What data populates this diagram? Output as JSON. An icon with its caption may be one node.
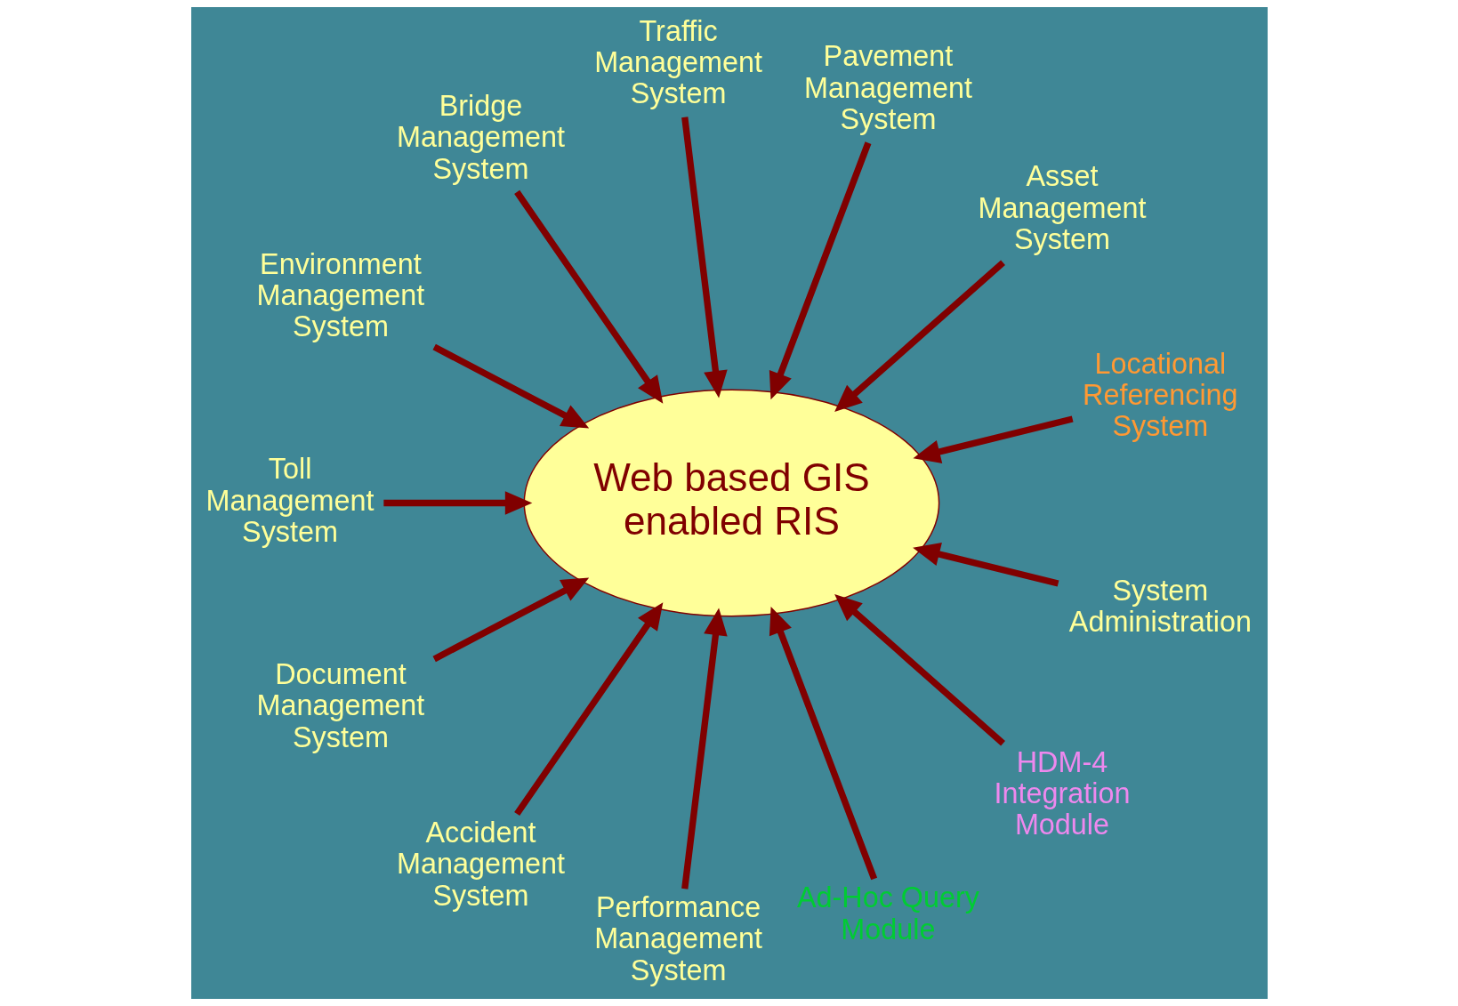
{
  "diagram": {
    "nodes": [
      {
        "text": [
          "Web based GIS enabled RIS"
        ]
      },
      {
        "text": [
          "System Administration"
        ]
      },
      {
        "text": [
          "Locational Referencing System"
        ]
      },
      {
        "text": [
          "Asset Management System"
        ]
      },
      {
        "text": [
          "HDM-4 Integration Module"
        ]
      },
      {
        "text": [
          "Pavement Management System"
        ]
      },
      {
        "text": [
          "Ad-Hoc Query Module"
        ]
      },
      {
        "text": [
          "Performance Management System"
        ]
      },
      {
        "text": [
          "Traffic Management System"
        ]
      },
      {
        "text": [
          "Accident Management System"
        ]
      },
      {
        "text": [
          "Bridge Management System"
        ]
      },
      {
        "text": [
          "Document Management System"
        ]
      },
      {
        "text": [
          "Environment Management System"
        ]
      },
      {
        "text": [
          "Toll Management System"
        ]
      }
    ],
    "edges": [
      {
        "from": 1,
        "to": 0,
        "arrow": "to"
      },
      {
        "from": 2,
        "to": 0,
        "arrow": "to"
      },
      {
        "from": 3,
        "to": 0,
        "arrow": "to"
      },
      {
        "from": 4,
        "to": 0,
        "arrow": "to"
      },
      {
        "from": 5,
        "to": 0,
        "arrow": "to"
      },
      {
        "from": 6,
        "to": 0,
        "arrow": "to"
      },
      {
        "from": 7,
        "to": 0,
        "arrow": "to"
      },
      {
        "from": 8,
        "to": 0,
        "arrow": "to"
      },
      {
        "from": 9,
        "to": 0,
        "arrow": "to"
      },
      {
        "from": 10,
        "to": 0,
        "arrow": "to"
      },
      {
        "from": 11,
        "to": 0,
        "arrow": "to"
      },
      {
        "from": 12,
        "to": 0,
        "arrow": "to"
      },
      {
        "from": 13,
        "to": 0,
        "arrow": "to"
      }
    ]
  }
}
